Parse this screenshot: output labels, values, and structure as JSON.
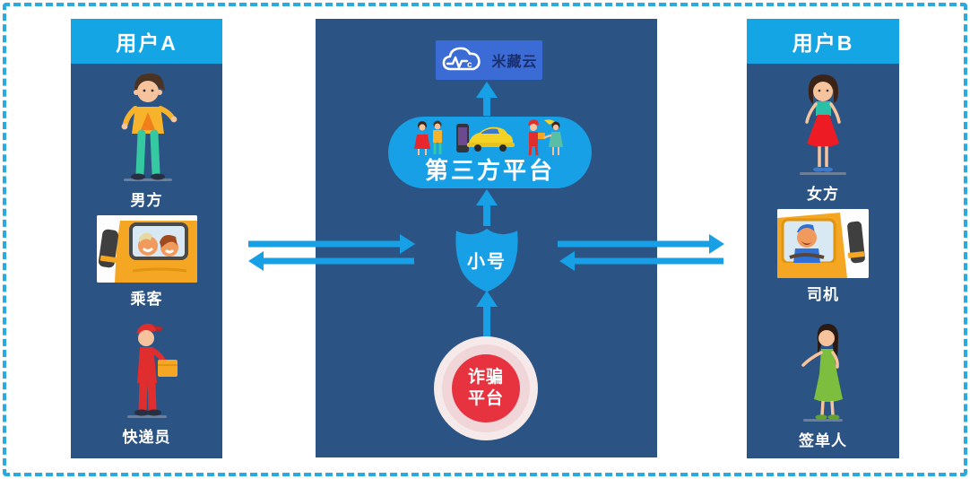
{
  "left_panel": {
    "title": "用户A",
    "items": [
      {
        "label": "男方",
        "illustration": "standing-man"
      },
      {
        "label": "乘客",
        "illustration": "passengers-in-vehicle"
      },
      {
        "label": "快递员",
        "illustration": "courier-with-package"
      }
    ]
  },
  "center_panel": {
    "brand": "米藏云",
    "logo_icon": "cloud-mc-logo",
    "platform": "第三方平台",
    "platform_icons": [
      "dating-couple",
      "taxi-app",
      "delivery-handoff"
    ],
    "shield": "小号",
    "fraud": {
      "line1": "诈骗",
      "line2": "平台"
    }
  },
  "right_panel": {
    "title": "用户B",
    "items": [
      {
        "label": "女方",
        "illustration": "standing-woman"
      },
      {
        "label": "司机",
        "illustration": "driver-in-truck"
      },
      {
        "label": "签单人",
        "illustration": "woman-green-dress"
      }
    ]
  },
  "colors": {
    "panel_blue": "#2B5383",
    "accent_blue": "#14A5E5",
    "logo_blue": "#3B6BD5",
    "fraud_red": "#E6333F",
    "border_blue": "#29ABE2"
  }
}
